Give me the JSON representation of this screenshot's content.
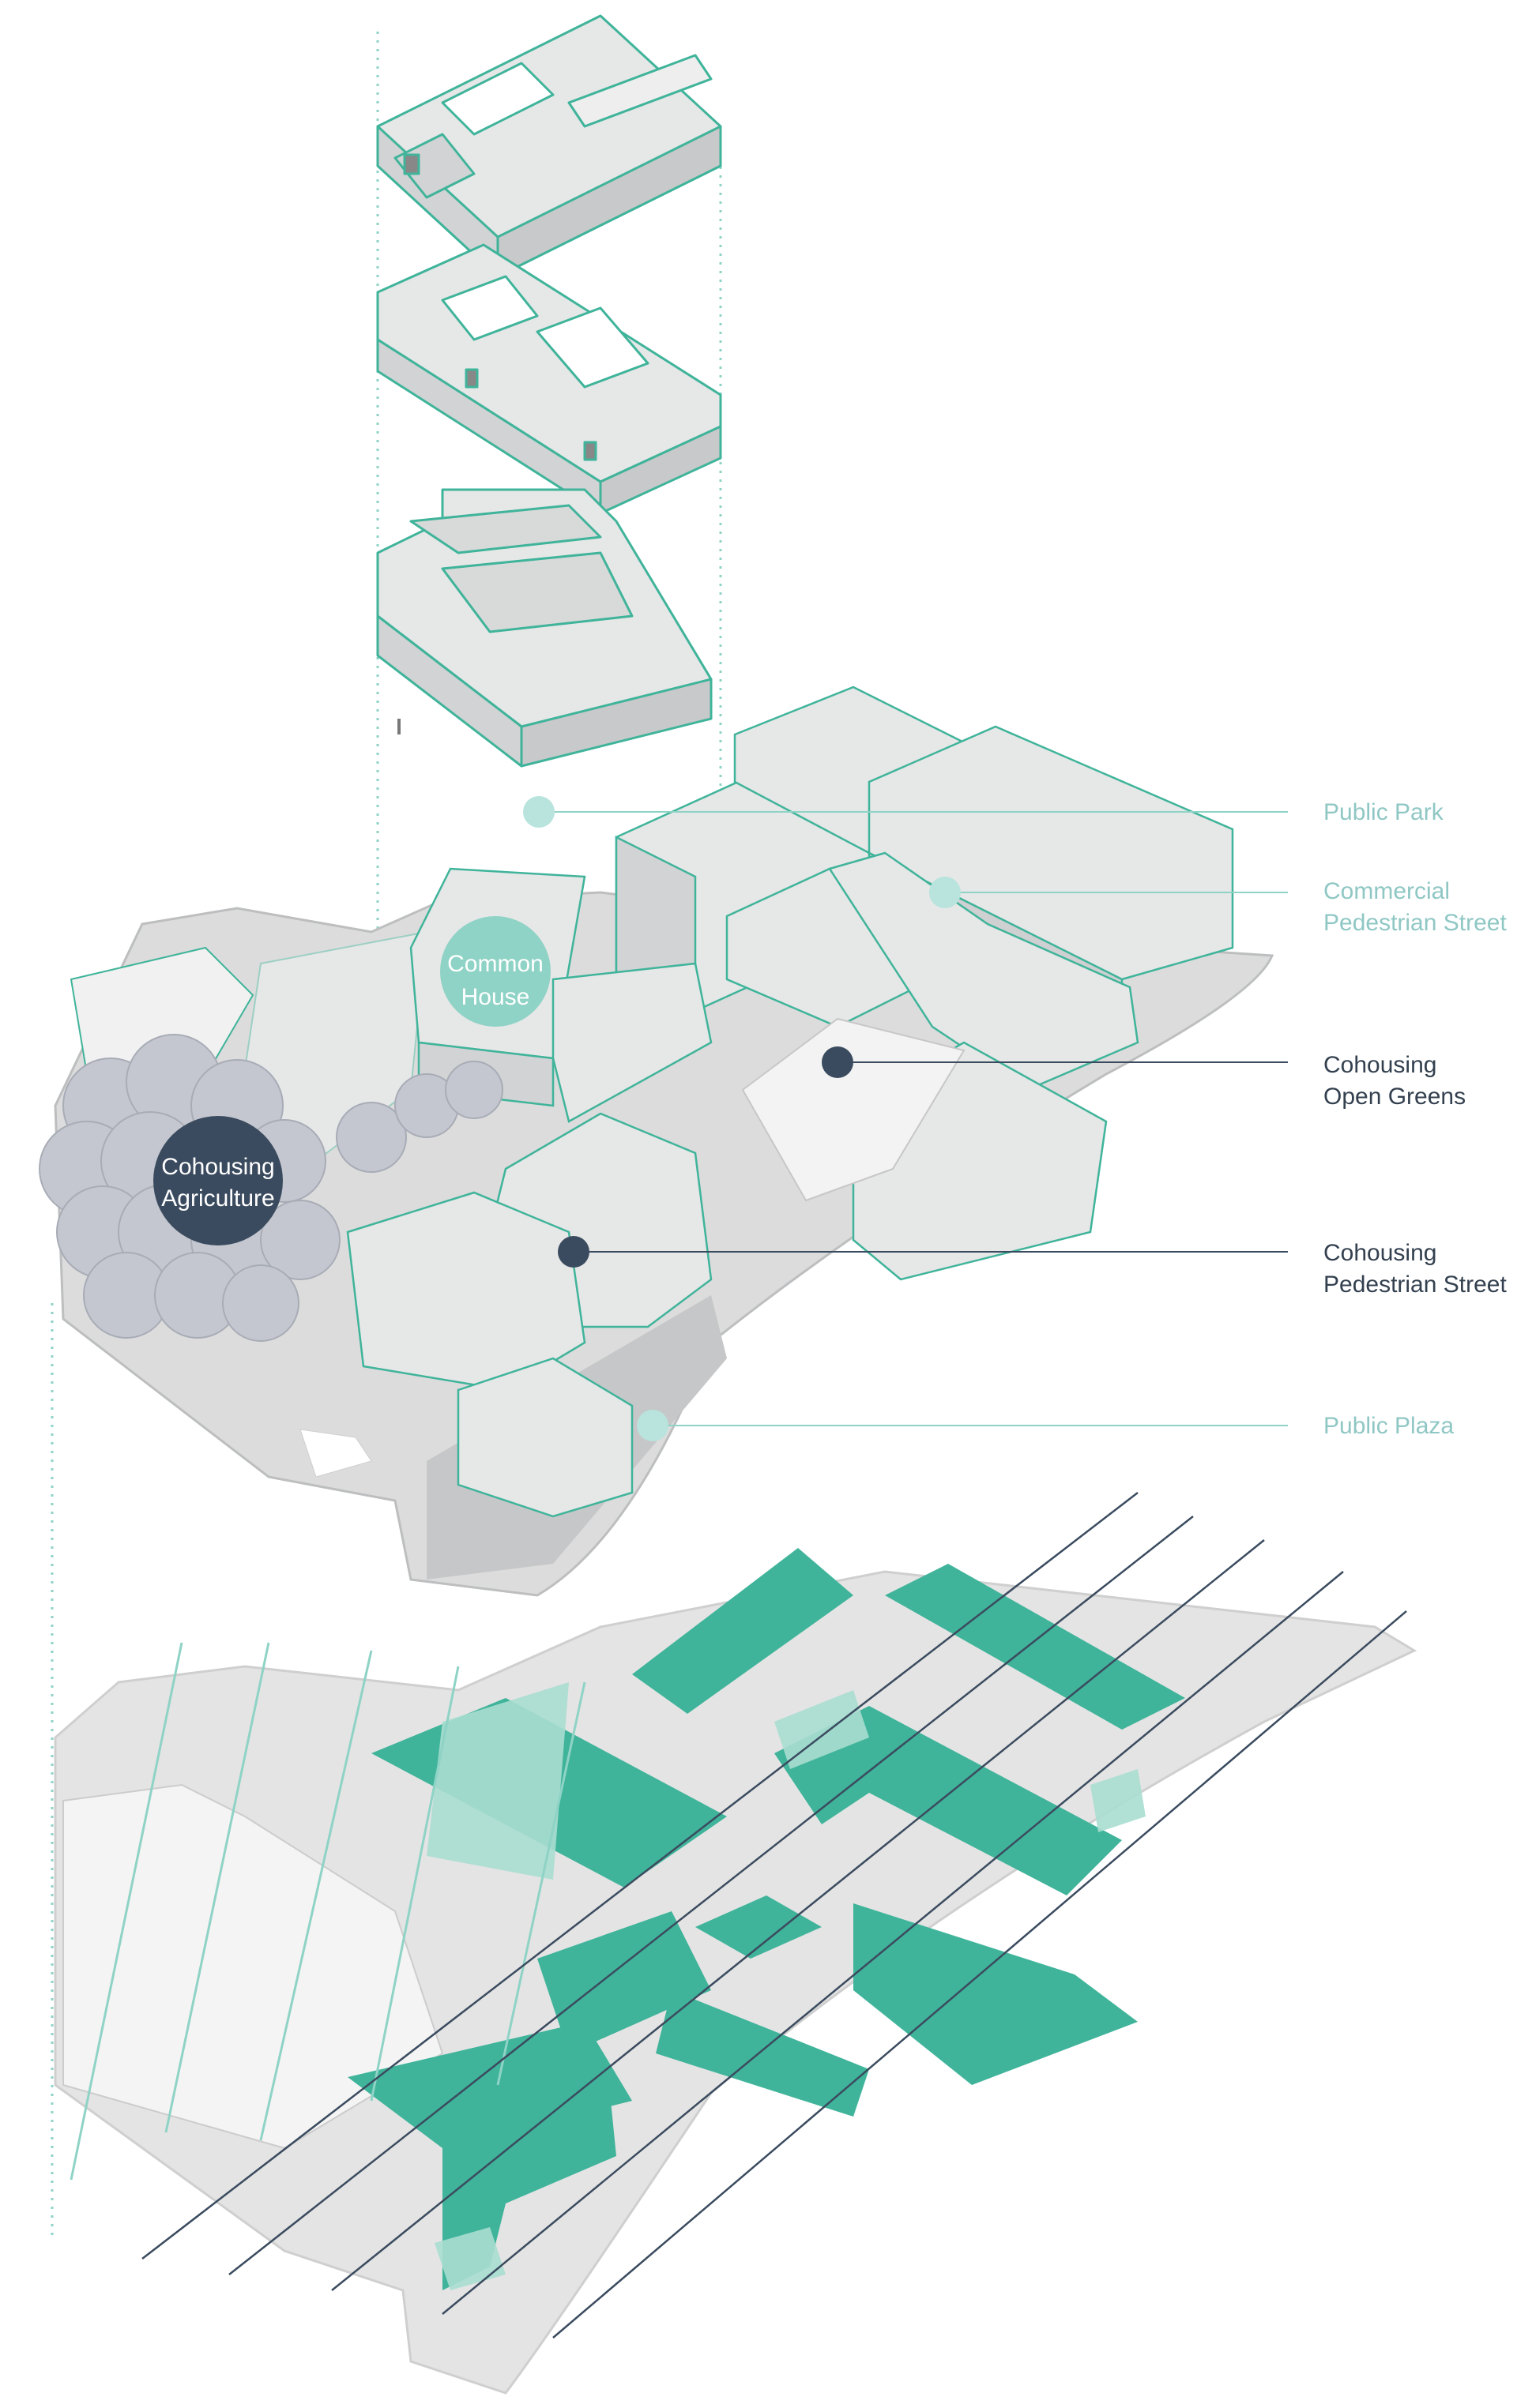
{
  "colors": {
    "accent": "#3fb49a",
    "accent_light": "#a9ddd0",
    "teal_line": "#8fd3c6",
    "navy": "#3b4b5f",
    "light_label": "#8fc7c4",
    "dark_label": "#33404f",
    "roof": "#e6e7e7",
    "wall": "#d2d3d4",
    "ground": "#c6c7c8"
  },
  "bubbles": {
    "common_house": [
      "Common",
      "House"
    ],
    "cohousing_agriculture": [
      "Cohousing",
      "Agriculture"
    ]
  },
  "labels": {
    "public_park": "Public Park",
    "commercial_pedestrian_street": [
      "Commercial",
      "Pedestrian Street"
    ],
    "cohousing_open_greens": [
      "Cohousing",
      "Open Greens"
    ],
    "cohousing_pedestrian_street": [
      "Cohousing",
      "Pedestrian Street"
    ],
    "public_plaza": "Public Plaza"
  },
  "icons": {
    "label_dot": "circle-dot-icon",
    "tree": "tree-canopy-icon"
  }
}
